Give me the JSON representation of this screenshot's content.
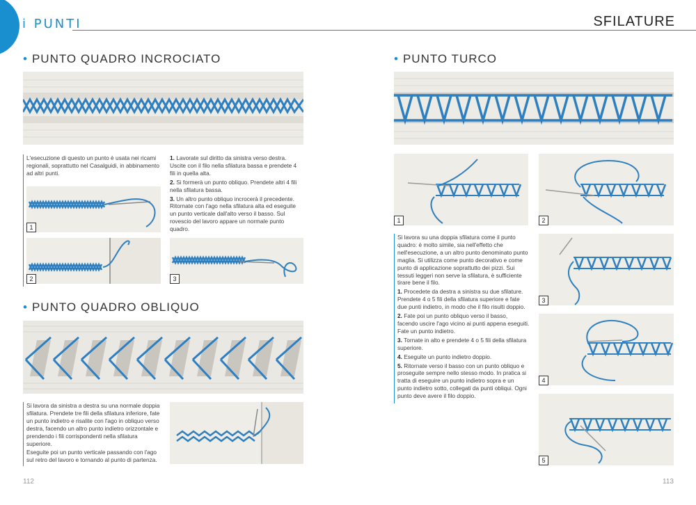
{
  "header": {
    "left_title": "i PUNTI",
    "right_title": "SFILATURE"
  },
  "left_page": {
    "section1": {
      "title": "PUNTO QUADRO INCROCIATO",
      "intro": "L'esecuzione di questo un punto è usata nei ricami regionali, soprattutto nel Casalguidi, in abbinamento ad altri punti.",
      "steps": [
        {
          "n": "1.",
          "text": "Lavorate sul diritto da sinistra verso destra. Uscite con il filo nella sfilatura bassa e prendete 4 fili in quella alta."
        },
        {
          "n": "2.",
          "text": "Si formerà un punto obliquo. Prendete altri 4 fili nella sfilatura bassa."
        },
        {
          "n": "3.",
          "text": "Un altro punto obliquo incrocerà il precedente. Ritornate con l'ago nella sfilatura alta ed eseguite un punto verticale dall'alto verso il basso. Sul rovescio del lavoro appare un normale punto quadro."
        }
      ],
      "photo_numbers": [
        "1",
        "2",
        "3"
      ]
    },
    "section2": {
      "title": "PUNTO QUADRO OBLIQUO",
      "paragraphs": [
        "Si lavora da sinistra a destra su una normale doppia sfilatura. Prendete tre fili della sfilatura inferiore, fate un punto indietro e risalite con l'ago in obliquo verso destra, facendo un altro punto indietro orizzontale e prendendo i fili corrispondenti nella sfilatura superiore.",
        "Eseguite poi un punto verticale passando con l'ago sul retro del lavoro e tornando al punto di partenza."
      ]
    },
    "page_number": "112"
  },
  "right_page": {
    "section": {
      "title": "PUNTO TURCO",
      "intro": "Si lavora su una doppia sfilatura come il punto quadro: è molto simile, sia nell'effetto che nell'esecuzione, a un altro punto denominato punto maglia. Si utilizza come punto decorativo e come punto di applicazione soprattutto dei pizzi. Sui tessuti leggeri non serve la sfilatura, è sufficiente tirare bene il filo.",
      "steps": [
        {
          "n": "1.",
          "text": "Procedete da destra a sinistra su due sfilature. Prendete 4 o 5 fili della sfilatura superiore e fate due punti indietro, in modo che il filo risulti doppio."
        },
        {
          "n": "2.",
          "text": "Fate poi un punto obliquo verso il basso, facendo uscire l'ago vicino ai punti appena eseguiti. Fate un punto indietro."
        },
        {
          "n": "3.",
          "text": "Tornate in alto e prendete 4 o 5 fili della sfilatura superiore."
        },
        {
          "n": "4.",
          "text": "Eseguite un punto indietro doppio."
        },
        {
          "n": "5.",
          "text": "Ritornate verso il basso con un punto obliquo e proseguite sempre nello stesso modo. In pratica si tratta di eseguire un punto indietro sopra e un punto indietro sotto, collegati da punti obliqui. Ogni punto deve avere il filo doppio."
        }
      ],
      "photo_numbers": [
        "1",
        "2",
        "3",
        "4",
        "5"
      ]
    },
    "page_number": "113"
  },
  "colors": {
    "accent": "#1a8fd0",
    "thread": "#2e7fc0",
    "fabric": "#efede7"
  }
}
